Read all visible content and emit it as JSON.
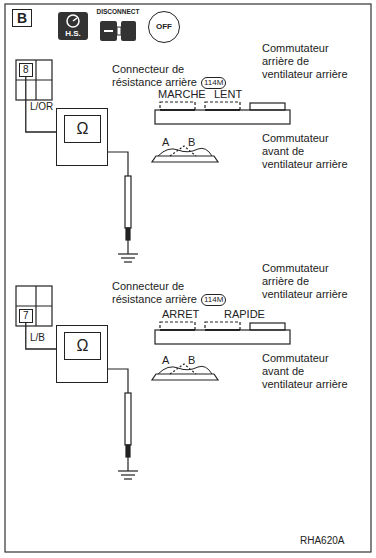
{
  "diagram": {
    "nodes": [
      {
        "text": [
          "B"
        ]
      },
      {
        "text": [
          "H.S."
        ]
      },
      {
        "text": [
          "DISCONNECT"
        ]
      },
      {
        "text": [
          "OFF"
        ]
      },
      {
        "text": [
          "8"
        ]
      },
      {
        "text": [
          "114M"
        ]
      },
      {
        "text": [
          "Ω"
        ]
      },
      {
        "text": [
          "7"
        ]
      },
      {
        "text": [
          "114M"
        ]
      },
      {
        "text": [
          "Ω"
        ]
      }
    ],
    "edges": [
      {
        "from": 4,
        "to": 6,
        "arrow": "none",
        "label": "L/OR"
      },
      {
        "from": 7,
        "to": 9,
        "arrow": "none",
        "label": "L/B"
      }
    ],
    "labels": [
      "Connecteur de résistance arrière",
      "Commutateur arrière de ventilateur arrière",
      "MARCHE",
      "LENT",
      "A",
      "B",
      "Commutateur avant de ventilateur arrière",
      "Connecteur de résistance arrière",
      "Commutateur arrière de ventilateur arrière",
      "ARRET",
      "RAPIDE",
      "A",
      "B",
      "Commutateur avant de ventilateur arrière",
      "RHA620A"
    ]
  }
}
